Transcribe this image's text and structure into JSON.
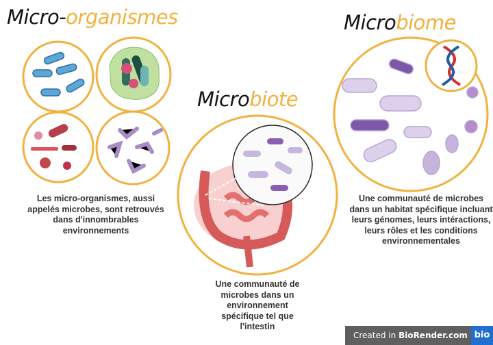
{
  "sections": {
    "micro_organismes": {
      "title_a": "Micro-",
      "title_b": "organismes",
      "description": "Les micro-organismes, aussi appelés microbes, sont retrouvés dans d'innombrables environnements"
    },
    "microbiote": {
      "title_a": "Micro",
      "title_b": "biote",
      "description": "Une communauté de microbes dans un environnement spécifique tel que l'intestin"
    },
    "microbiome": {
      "title_a": "Micro",
      "title_b": "biome",
      "description": "Une communauté de microbes dans un habitat spécifique incluant leurs génomes, leurs intéractions, leurs rôles et les conditions environnementales"
    }
  },
  "badge": {
    "prefix": "Created in ",
    "brand": "BioRender.com",
    "logo": "bio"
  },
  "colors": {
    "accent": "#F2B13C",
    "title_dark": "#141414",
    "text": "#333333",
    "badge_bg": "#5f5f5f",
    "badge_logo": "#1f6fd1"
  }
}
